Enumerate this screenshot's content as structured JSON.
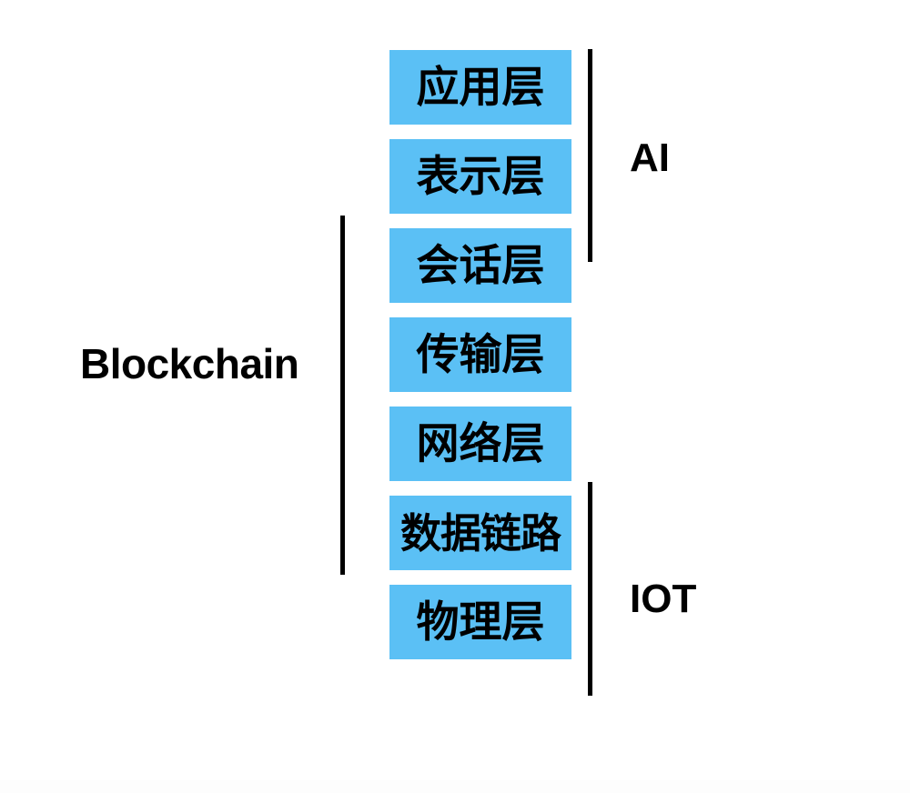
{
  "diagram": {
    "title": "OSI seven-layer model annotated with technology groupings",
    "background_color": "#ffffff",
    "box_color": "#5bc0f5",
    "line_color": "#000000",
    "text_color": "#000000",
    "layers": [
      {
        "id": "application",
        "label": "应用层"
      },
      {
        "id": "presentation",
        "label": "表示层"
      },
      {
        "id": "session",
        "label": "会话层"
      },
      {
        "id": "transport",
        "label": "传输层"
      },
      {
        "id": "network",
        "label": "网络层"
      },
      {
        "id": "data-link",
        "label": "数据链路"
      },
      {
        "id": "physical",
        "label": "物理层"
      }
    ],
    "groups": [
      {
        "id": "ai",
        "label": "AI",
        "side": "right",
        "covers": [
          "应用层",
          "表示层",
          "会话层"
        ]
      },
      {
        "id": "iot",
        "label": "IOT",
        "side": "right",
        "covers": [
          "网络层",
          "数据链路",
          "物理层"
        ]
      },
      {
        "id": "blockchain",
        "label": "Blockchain",
        "side": "left",
        "covers": [
          "会话层",
          "传输层",
          "网络层",
          "数据链路"
        ]
      }
    ]
  }
}
